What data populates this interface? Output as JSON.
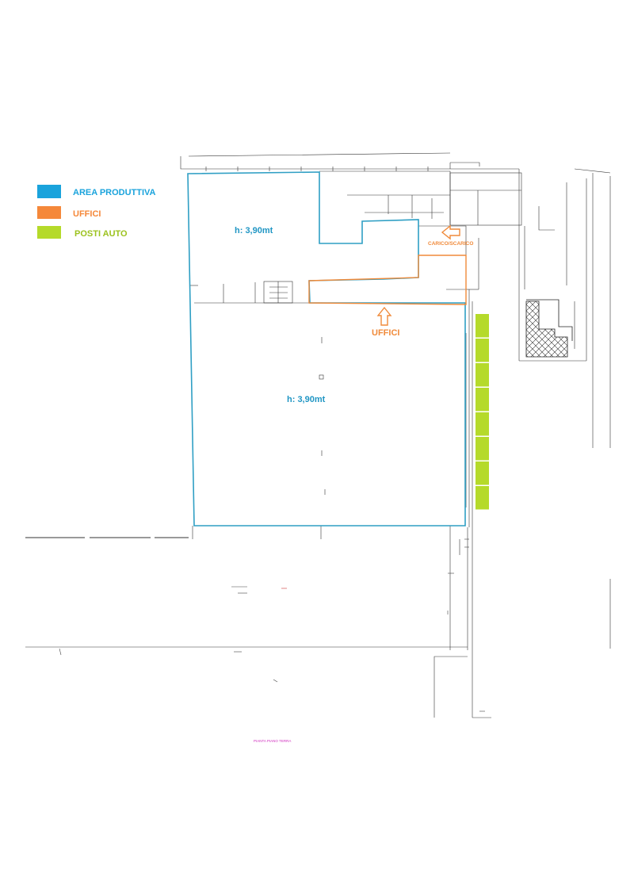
{
  "legend": {
    "items": [
      {
        "label": "AREA PRODUTTIVA",
        "color": "#1aa3dc"
      },
      {
        "label": "UFFICI",
        "color": "#f5883a"
      },
      {
        "label": "POSTI AUTO",
        "color": "#b5da2a"
      }
    ]
  },
  "areas": {
    "produttiva_color": "#2f9fc4",
    "uffici_color": "#f08a3a",
    "posti_auto_color": "#b5da2a",
    "height_label_top": "h: 3,90mt",
    "height_label_center": "h: 3,90mt"
  },
  "annotations": {
    "carico_scarico": "CARICO/SCARICO",
    "uffici_callout": "UFFICI",
    "footer_text": "PIANTA PIANO TERRA"
  },
  "parking": {
    "slot_count": 8
  }
}
